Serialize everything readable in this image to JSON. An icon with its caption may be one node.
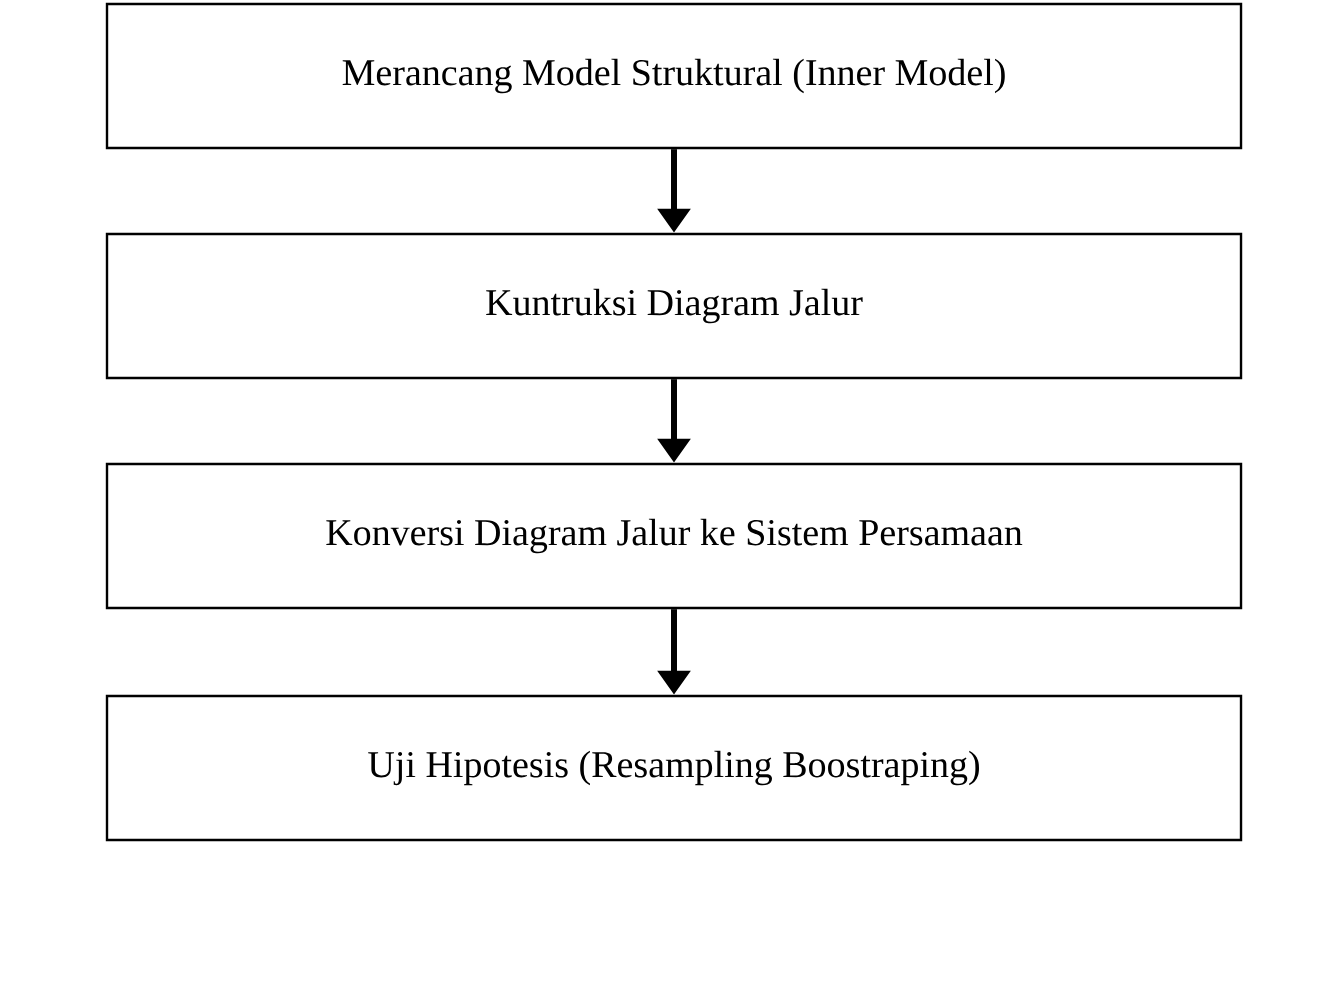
{
  "diagram": {
    "nodes": [
      {
        "text": [
          "Merancang Model Struktural (Inner Model)"
        ]
      },
      {
        "text": [
          "Kuntruksi Diagram Jalur"
        ]
      },
      {
        "text": [
          "Konversi Diagram Jalur ke Sistem Persamaan"
        ]
      },
      {
        "text": [
          "Uji Hipotesis (Resampling Boostraping)"
        ]
      }
    ],
    "edges": [
      {
        "from": 0,
        "to": 1,
        "arrow": "to"
      },
      {
        "from": 1,
        "to": 2,
        "arrow": "to"
      },
      {
        "from": 2,
        "to": 3,
        "arrow": "to"
      }
    ]
  }
}
